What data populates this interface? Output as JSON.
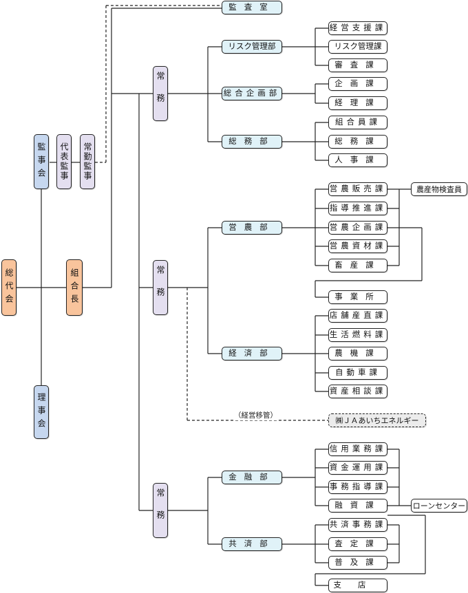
{
  "nodes": {
    "soudaikai": "総代会",
    "kanjikai": "監事会",
    "daihyo_kanji": "代表監事",
    "jokin_kanji": "常勤監事",
    "kumiaicho": "組合長",
    "rijikai": "理事会",
    "jomu1": "常務",
    "jomu2": "常務",
    "jomu3": "常務",
    "kansashitsu": "監査室",
    "risk_bu": "リスク管理部",
    "kikaku_bu": "総合企画部",
    "somu_bu": "総務部",
    "einou_bu": "営農部",
    "keizai_bu": "経済部",
    "kinyu_bu": "金融部",
    "kyosai_bu": "共済部",
    "keiei_shien": "経営支援課",
    "risk_ka": "リスク管理課",
    "shinsa": "審査課",
    "kikaku_ka": "企画課",
    "keiri": "経理課",
    "kumiaiin": "組合員課",
    "somu_ka": "総務課",
    "jinji": "人事課",
    "hanbai": "営農販売課",
    "shido": "指導推進課",
    "einou_kikaku": "営農企画課",
    "shizai": "営農資材課",
    "chikusan": "畜産課",
    "jigyosho": "事業所",
    "tenpo": "店舗産直課",
    "nenryo": "生活燃料課",
    "noki": "農機課",
    "jidosha": "自動車課",
    "shisan": "資産相談課",
    "shinyo": "信用業務課",
    "shikin": "資金運用課",
    "jimu": "事務指導課",
    "yushi": "融資課",
    "kyosai_jimu": "共済事務課",
    "satei": "査定課",
    "fukyu": "普及課",
    "shiten": "支店",
    "kensa": "農産物検査員",
    "loan": "ローンセンター",
    "ja_energy": "㈱ＪＡあいちエネルギー"
  },
  "notes": {
    "keiei_ikan": "（経営移管）"
  },
  "colors": {
    "orange": "#f9c49c",
    "blue": "#c6d7ef",
    "lavender": "#e4dff0",
    "cyan": "#e0f2f8",
    "line": "#222222"
  }
}
